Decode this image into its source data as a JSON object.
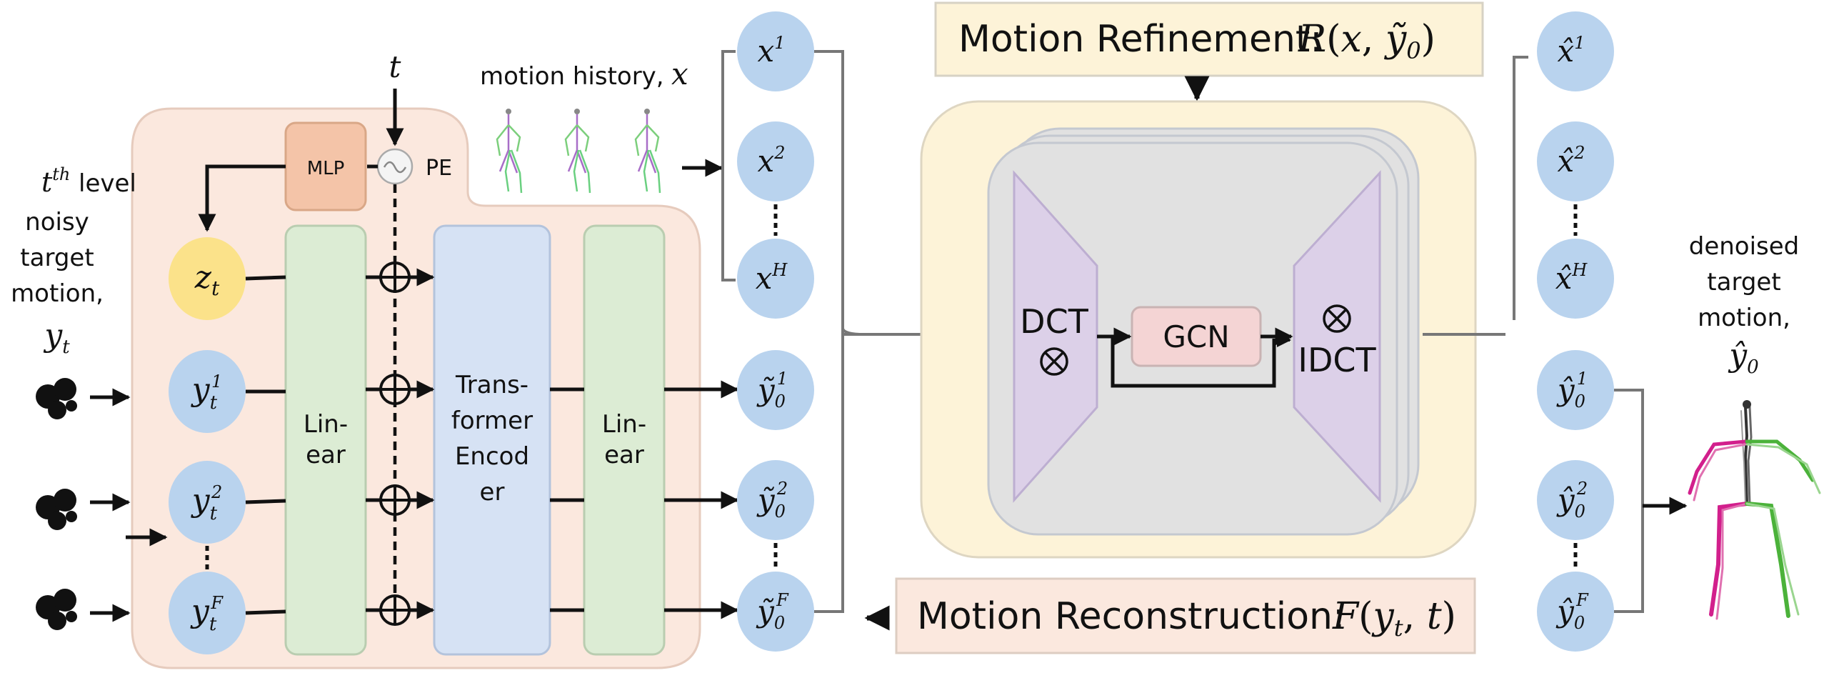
{
  "left_text": {
    "line1": "level",
    "line2": "noisy",
    "line3": "target",
    "line4": "motion,"
  },
  "t_label": "t",
  "motion_history_label": "motion history,",
  "mlp_label": "MLP",
  "pe_label": "PE",
  "linear_label_1": "Lin-",
  "linear_label_2": "ear",
  "transformer_label": {
    "line1": "Trans-",
    "line2": "former",
    "line3": "Encod",
    "line4": "er"
  },
  "dct_label": "DCT",
  "gcn_label": "GCN",
  "idct_label": "IDCT",
  "motion_refinement_label": "Motion Refinement:",
  "motion_reconstruction_label": "Motion Reconstruction:",
  "right_text": {
    "line1": "denoised",
    "line2": "target",
    "line3": "motion,"
  },
  "colors": {
    "diffusion_bg": "#fbe8de",
    "refine_bg": "#fdf3d8",
    "mlp": "#f4c4a8",
    "linear": "#dcecd4",
    "transformer": "#d6e2f4",
    "gcn": "#f4d4d4",
    "dct": "#dcd0e8",
    "node": "#b9d3ee",
    "zt": "#fbe28a",
    "inner_gray": "#e1e1e1"
  }
}
